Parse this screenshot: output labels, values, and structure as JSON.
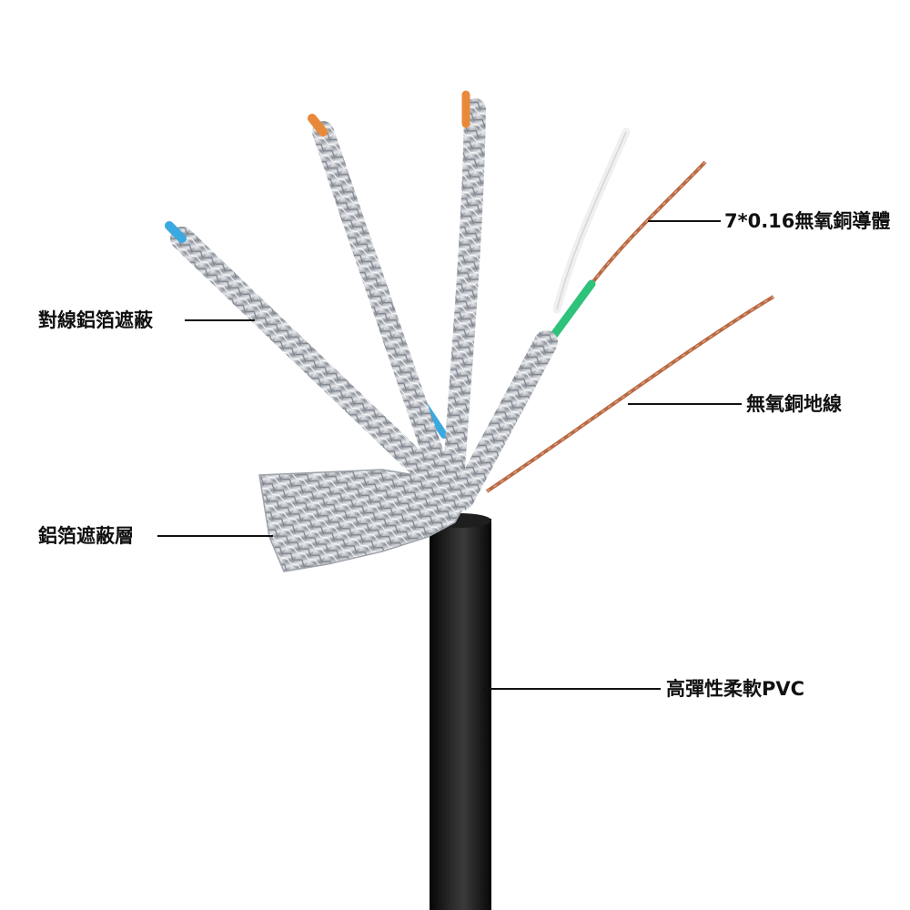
{
  "labels": {
    "conductor": "7*0.16無氧銅導體",
    "pair_shield": "對線鋁箔遮蔽",
    "drain_wire": "無氧銅地線",
    "foil_layer": "鋁箔遮蔽層",
    "jacket": "高彈性柔軟PVC"
  },
  "colors": {
    "jacket": "#151515",
    "foil": "#c9ccd2",
    "copper": "#b86a45",
    "insulation_blue": "#3aa9e0",
    "insulation_orange": "#e8893a",
    "insulation_green": "#2fc27a",
    "insulation_white": "#f4f4f4"
  }
}
